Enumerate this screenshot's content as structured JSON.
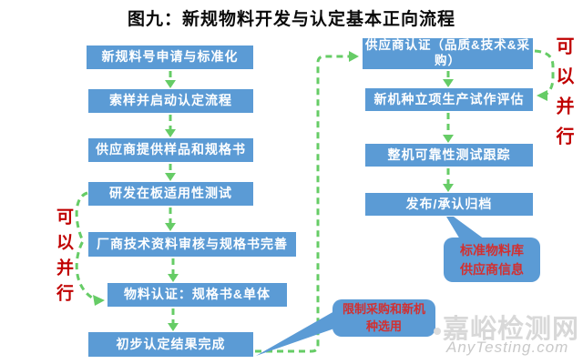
{
  "title": "图九：新规物料开发与认定基本正向流程",
  "colors": {
    "box_blue": "#5B9BD5",
    "arrow_green": "#66CC66",
    "note_red": "#C00000",
    "box_text": "#FFFFFF",
    "watermark_gray": "#D8D8D8"
  },
  "flow": {
    "left_steps": [
      "新规料号申请与标准化",
      "索样并启动认定流程",
      "供应商提供样品和规格书",
      "研发在板适用性测试",
      "厂商技术资料审核与规格书完善",
      "物料认证：规格书&单体",
      "初步认定结果完成"
    ],
    "right_steps": [
      "供应商认证（品质&技术&采\n购）",
      "新机种立项生产试作评估",
      "整机可靠性测试跟踪",
      "发布/承认归档"
    ],
    "parallel_left": "可以并行",
    "parallel_right": "可以并行",
    "callout_restrict": "限制采购和新机\n种选用",
    "callout_standard": "标准物料库\n供应商信息"
  },
  "watermark": {
    "name": "嘉峪检测网",
    "site": "AnyTesting.com"
  }
}
